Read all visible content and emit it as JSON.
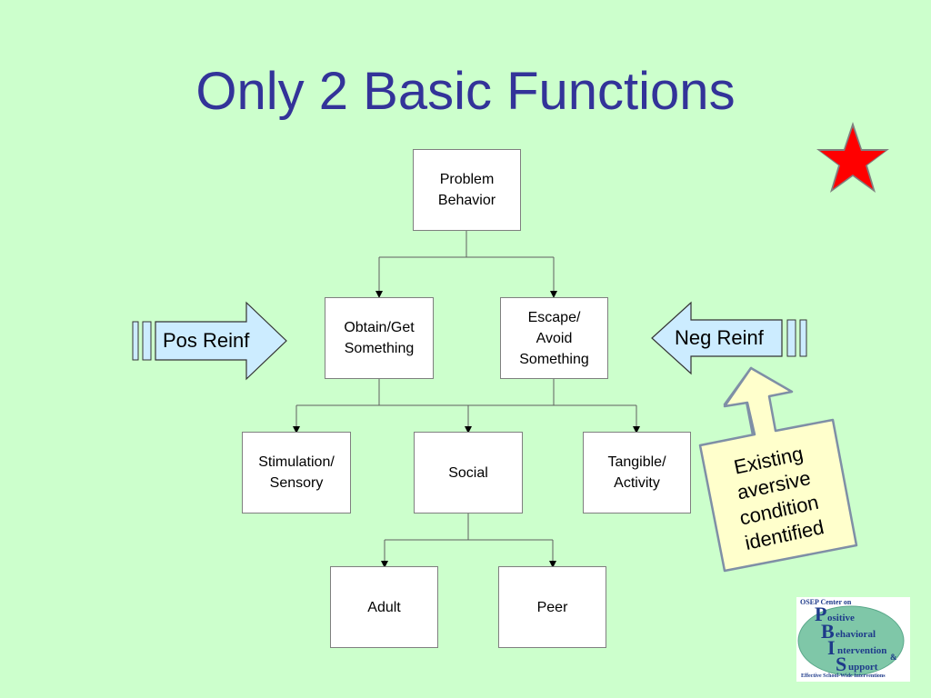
{
  "title": "Only 2 Basic Functions",
  "nodes": {
    "problem_behavior": [
      "Problem",
      "Behavior"
    ],
    "obtain": [
      "Obtain/Get",
      "Something"
    ],
    "escape": [
      "Escape/",
      "Avoid",
      "Something"
    ],
    "stimulation": [
      "Stimulation/",
      "Sensory"
    ],
    "social": "Social",
    "tangible": [
      "Tangible/",
      "Activity"
    ],
    "adult": "Adult",
    "peer": "Peer"
  },
  "arrows": {
    "pos_reinf": "Pos Reinf",
    "neg_reinf": "Neg Reinf"
  },
  "note": [
    "Existing",
    "aversive",
    "condition",
    "identified"
  ],
  "logo": {
    "top": "OSEP Center on",
    "p": "P",
    "p_rest": "ositive",
    "b": "B",
    "b_rest": "ehavioral",
    "i": "I",
    "i_rest": "ntervention",
    "amp": "&",
    "s": "S",
    "s_rest": "upport",
    "bottom": "Effective School-Wide Interventions"
  },
  "colors": {
    "background": "#ccffcc",
    "title": "#333399",
    "arrow_fill": "#ccecff",
    "note_fill": "#ffffcc",
    "star": "#ff0000"
  },
  "icons": [
    "star-icon"
  ]
}
